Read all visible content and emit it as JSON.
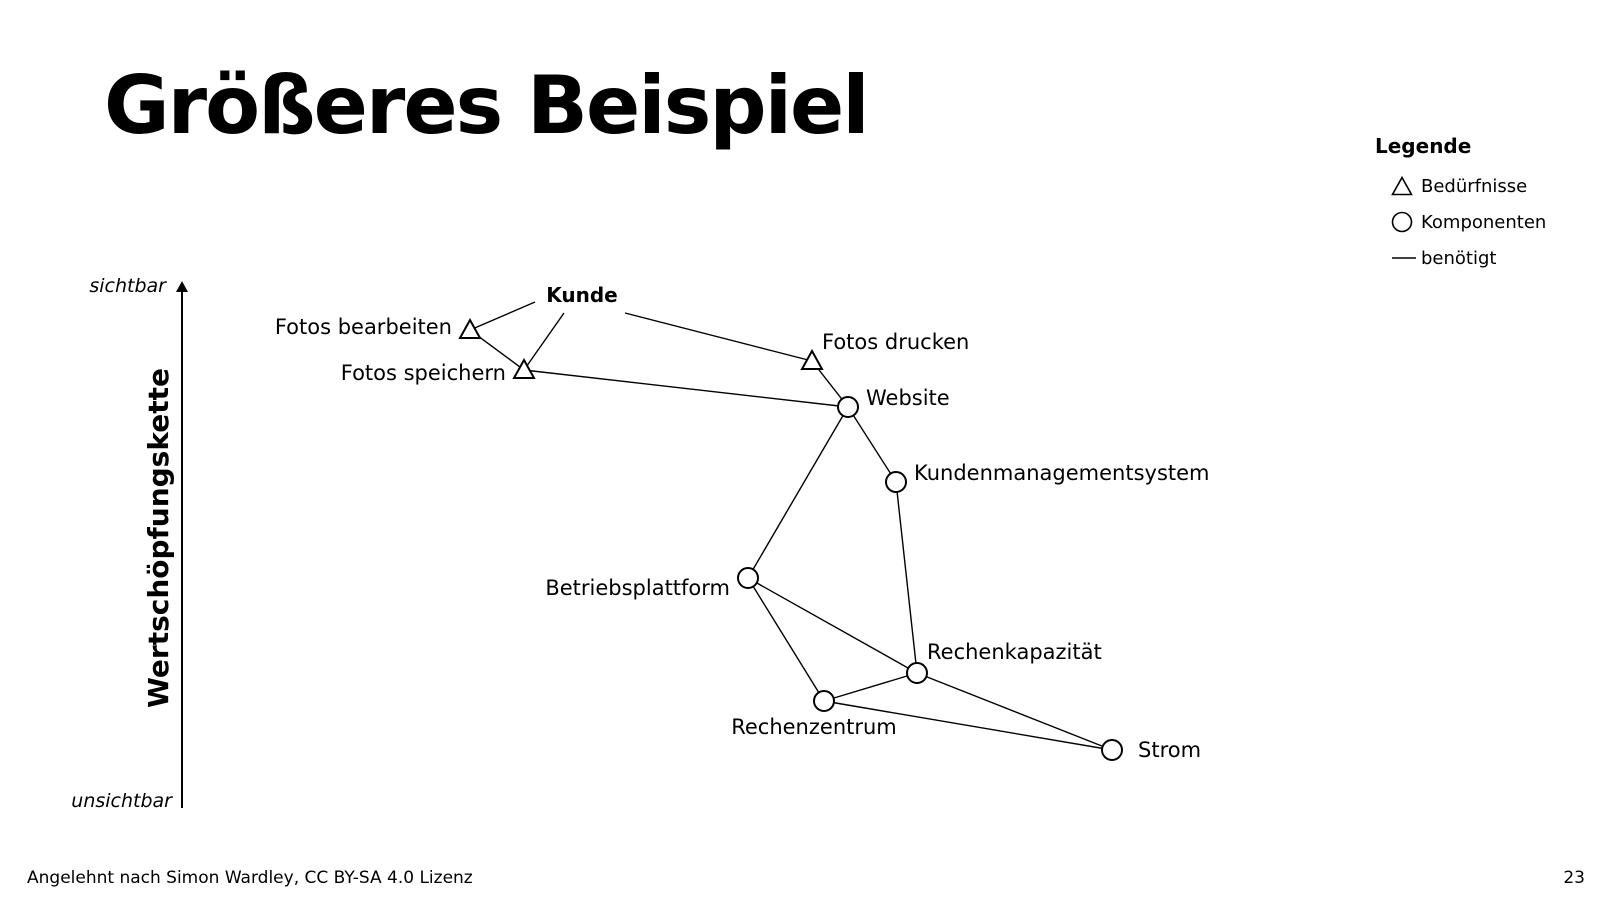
{
  "title": "Größeres Beispiel",
  "legend": {
    "title": "Legende",
    "items": [
      {
        "symbol": "triangle-icon",
        "label": "Bedürfnisse"
      },
      {
        "symbol": "circle-icon",
        "label": "Komponenten"
      },
      {
        "symbol": "line-icon",
        "label": "benötigt"
      }
    ]
  },
  "axis": {
    "label": "Wertschöpfungskette",
    "top": "sichtbar",
    "bottom": "unsichtbar"
  },
  "nodes": [
    {
      "id": "kunde",
      "label": "Kunde",
      "type": "anchor"
    },
    {
      "id": "fotos-bearbeiten",
      "label": "Fotos bearbeiten",
      "type": "need"
    },
    {
      "id": "fotos-speichern",
      "label": "Fotos speichern",
      "type": "need"
    },
    {
      "id": "fotos-drucken",
      "label": "Fotos drucken",
      "type": "need"
    },
    {
      "id": "website",
      "label": "Website",
      "type": "component"
    },
    {
      "id": "kundenmanagementsystem",
      "label": "Kundenmanagementsystem",
      "type": "component"
    },
    {
      "id": "betriebsplattform",
      "label": "Betriebsplattform",
      "type": "component"
    },
    {
      "id": "rechenkapazitaet",
      "label": "Rechenkapazität",
      "type": "component"
    },
    {
      "id": "rechenzentrum",
      "label": "Rechenzentrum",
      "type": "component"
    },
    {
      "id": "strom",
      "label": "Strom",
      "type": "component"
    }
  ],
  "edges": [
    [
      "kunde",
      "fotos-bearbeiten"
    ],
    [
      "kunde",
      "fotos-speichern"
    ],
    [
      "kunde",
      "fotos-drucken"
    ],
    [
      "fotos-bearbeiten",
      "fotos-speichern"
    ],
    [
      "fotos-speichern",
      "website"
    ],
    [
      "fotos-drucken",
      "website"
    ],
    [
      "website",
      "kundenmanagementsystem"
    ],
    [
      "website",
      "betriebsplattform"
    ],
    [
      "kundenmanagementsystem",
      "rechenkapazitaet"
    ],
    [
      "betriebsplattform",
      "rechenkapazitaet"
    ],
    [
      "betriebsplattform",
      "rechenzentrum"
    ],
    [
      "rechenzentrum",
      "rechenkapazitaet"
    ],
    [
      "rechenkapazitaet",
      "strom"
    ],
    [
      "rechenzentrum",
      "strom"
    ]
  ],
  "footer": {
    "attribution": "Angelehnt nach Simon Wardley, CC BY-SA 4.0 Lizenz",
    "page": "23"
  }
}
